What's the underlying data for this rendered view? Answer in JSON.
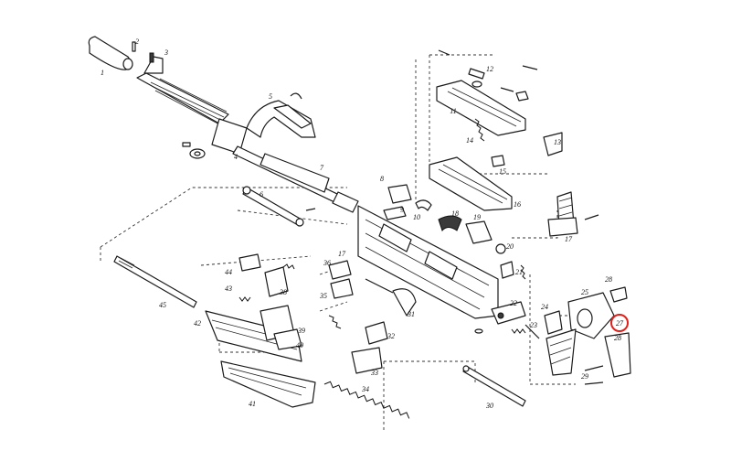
{
  "labels": [
    {
      "id": "1",
      "text": "1"
    },
    {
      "id": "2",
      "text": "2"
    },
    {
      "id": "3",
      "text": "3"
    },
    {
      "id": "4",
      "text": "4"
    },
    {
      "id": "5",
      "text": "5"
    },
    {
      "id": "6",
      "text": "6"
    },
    {
      "id": "7",
      "text": "7"
    },
    {
      "id": "8",
      "text": "8"
    },
    {
      "id": "9",
      "text": "9"
    },
    {
      "id": "10",
      "text": "10"
    },
    {
      "id": "11",
      "text": "11"
    },
    {
      "id": "12",
      "text": "12"
    },
    {
      "id": "13",
      "text": "13"
    },
    {
      "id": "14",
      "text": "14"
    },
    {
      "id": "15",
      "text": "15"
    },
    {
      "id": "16",
      "text": "16"
    },
    {
      "id": "17",
      "text": "17"
    },
    {
      "id": "17b",
      "text": "17"
    },
    {
      "id": "18",
      "text": "18"
    },
    {
      "id": "19",
      "text": "19"
    },
    {
      "id": "20",
      "text": "20"
    },
    {
      "id": "21",
      "text": "21"
    },
    {
      "id": "22",
      "text": "22"
    },
    {
      "id": "23",
      "text": "23"
    },
    {
      "id": "24",
      "text": "24"
    },
    {
      "id": "25",
      "text": "25"
    },
    {
      "id": "27",
      "text": "27"
    },
    {
      "id": "28",
      "text": "28"
    },
    {
      "id": "28b",
      "text": "28"
    },
    {
      "id": "29",
      "text": "29"
    },
    {
      "id": "30",
      "text": "30"
    },
    {
      "id": "31",
      "text": "31"
    },
    {
      "id": "32",
      "text": "32"
    },
    {
      "id": "33",
      "text": "33"
    },
    {
      "id": "34",
      "text": "34"
    },
    {
      "id": "35",
      "text": "35"
    },
    {
      "id": "36",
      "text": "36"
    },
    {
      "id": "38",
      "text": "38"
    },
    {
      "id": "39",
      "text": "39"
    },
    {
      "id": "40",
      "text": "40"
    },
    {
      "id": "41",
      "text": "41"
    },
    {
      "id": "42",
      "text": "42"
    },
    {
      "id": "43",
      "text": "43"
    },
    {
      "id": "44",
      "text": "44"
    },
    {
      "id": "45",
      "text": "45"
    }
  ],
  "highlight": {
    "label_id": "27",
    "color": "#e0201b"
  },
  "colors": {
    "ink": "#1a1a1a",
    "paper": "#ffffff"
  }
}
